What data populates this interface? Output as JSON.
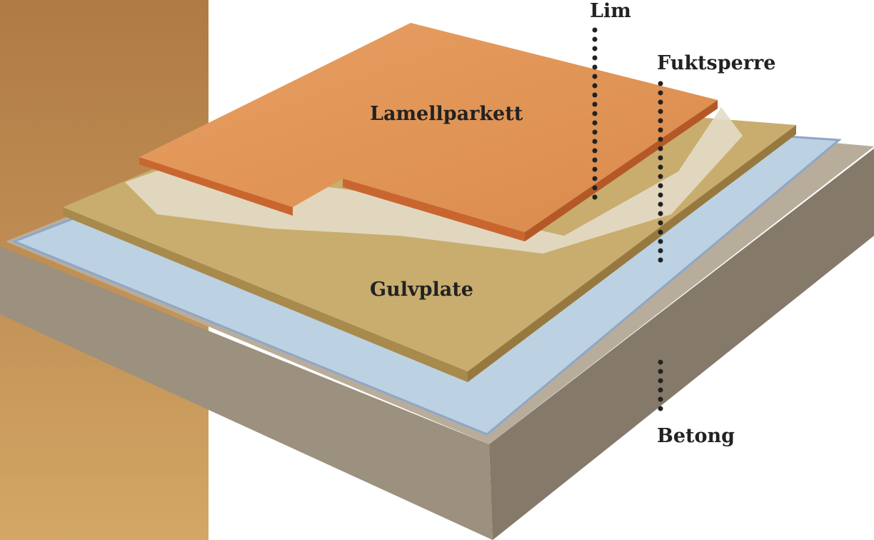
{
  "labels": {
    "glue": "Lim",
    "moisture_barrier": "Fuktsperre",
    "parquet": "Lamellparkett",
    "subfloor_board": "Gulvplate",
    "concrete": "Betong"
  },
  "colors": {
    "wood_background": "#b9864c",
    "concrete": "#a99d8b",
    "moisture_barrier": "#b9cfe0",
    "subfloor_board": "#c9ad6e",
    "glue": "#e3dcc8",
    "parquet": "#e6975b",
    "label_text": "#222222"
  }
}
